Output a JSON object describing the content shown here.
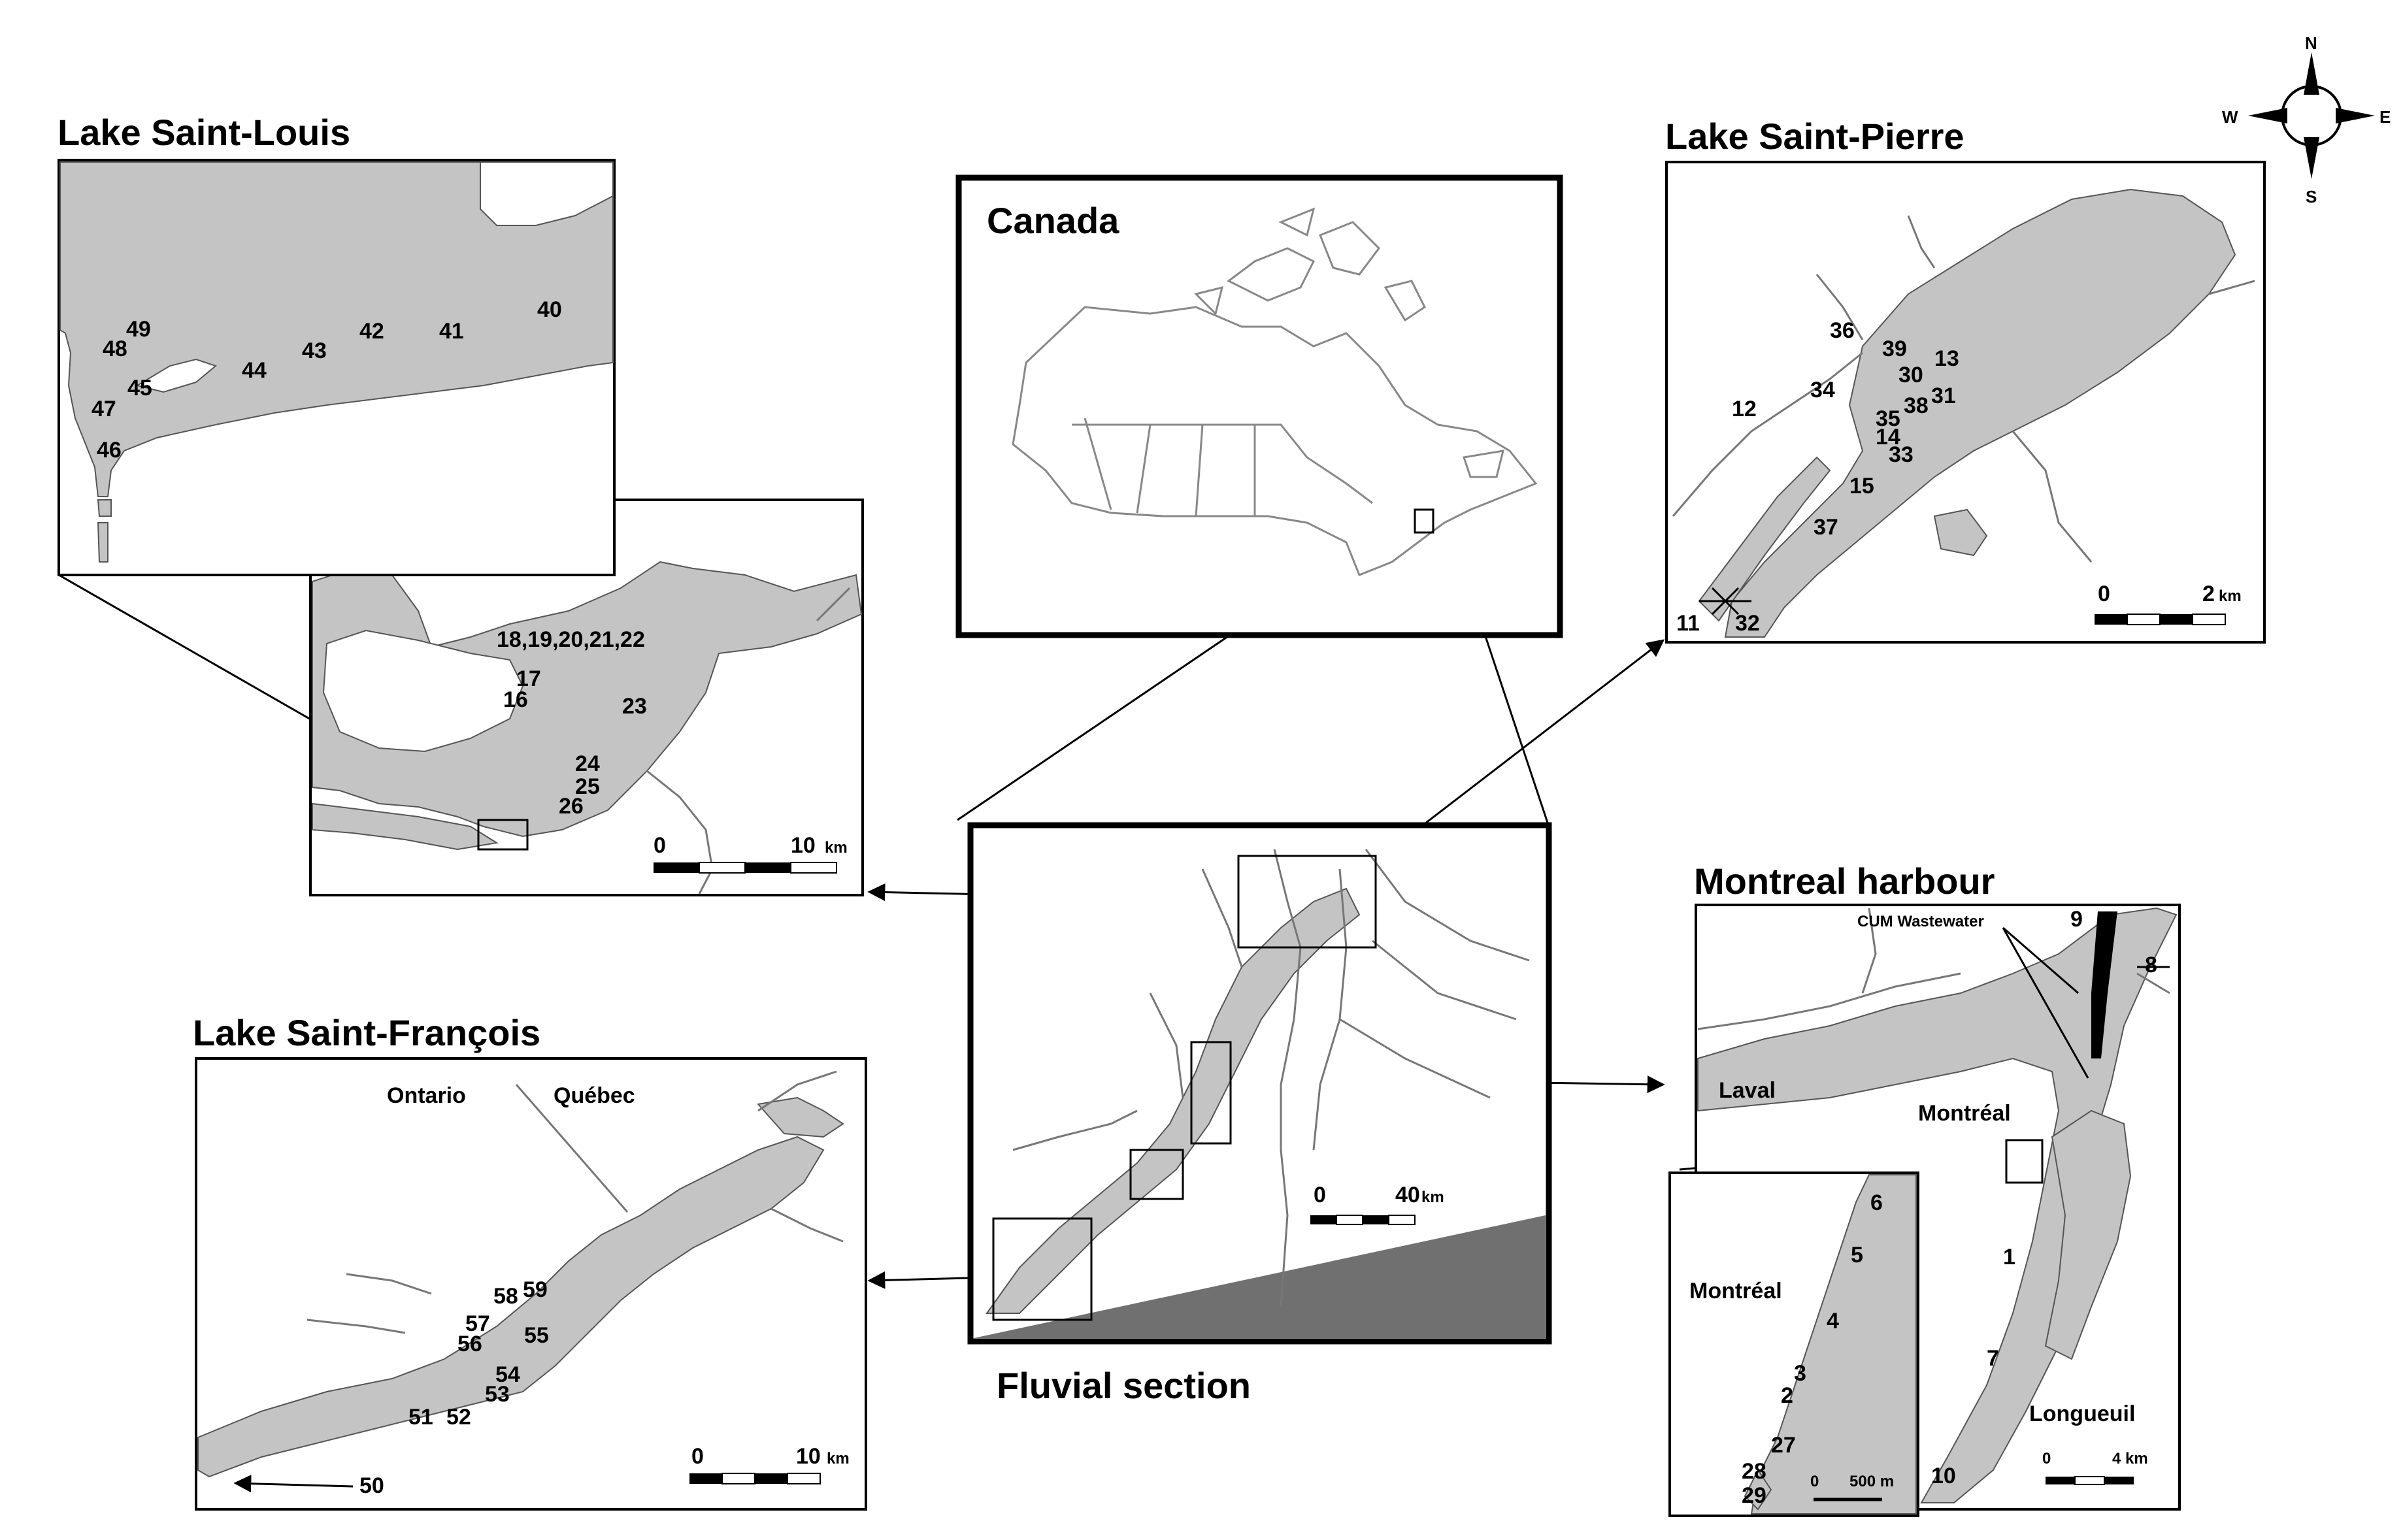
{
  "panels": {
    "lake_saint_louis": {
      "title": "Lake Saint-Louis",
      "sites": [
        "49",
        "48",
        "45",
        "47",
        "46",
        "44",
        "43",
        "42",
        "41",
        "40"
      ]
    },
    "upper_montreal": {
      "sites": [
        "18,19,20,21,22",
        "17",
        "16",
        "23",
        "24",
        "25",
        "26"
      ],
      "scale": {
        "zero": "0",
        "max": "10",
        "unit": "km"
      }
    },
    "canada": {
      "title": "Canada"
    },
    "lake_saint_pierre": {
      "title": "Lake Saint-Pierre",
      "sites": [
        "36",
        "39",
        "13",
        "30",
        "34",
        "31",
        "38",
        "12",
        "35",
        "14",
        "33",
        "15",
        "37",
        "11",
        "32"
      ],
      "scale": {
        "zero": "0",
        "max": "2",
        "unit": "km"
      }
    },
    "fluvial": {
      "title": "Fluvial section",
      "scale": {
        "zero": "0",
        "max": "40",
        "unit": "km"
      }
    },
    "montreal_harbour": {
      "title": "Montreal harbour",
      "wastewater_label": "CUM Wastewater",
      "places": {
        "laval": "Laval",
        "montreal": "Montréal",
        "longueuil": "Longueuil"
      },
      "sites": [
        "9",
        "8",
        "1",
        "7",
        "10"
      ],
      "scale": {
        "zero": "0",
        "max": "4 km"
      }
    },
    "montreal_inset": {
      "place": "Montréal",
      "sites": [
        "6",
        "5",
        "4",
        "3",
        "2",
        "27",
        "28",
        "29"
      ],
      "scale": {
        "zero": "0",
        "max": "500 m"
      }
    },
    "lake_saint_francois": {
      "title": "Lake Saint-François",
      "places": {
        "ontario": "Ontario",
        "quebec": "Québec"
      },
      "sites": [
        "58",
        "59",
        "57",
        "56",
        "55",
        "54",
        "53",
        "51",
        "52",
        "50"
      ],
      "scale": {
        "zero": "0",
        "max": "10",
        "unit": "km"
      }
    }
  },
  "compass": {
    "n": "N",
    "s": "S",
    "e": "E",
    "w": "W"
  }
}
